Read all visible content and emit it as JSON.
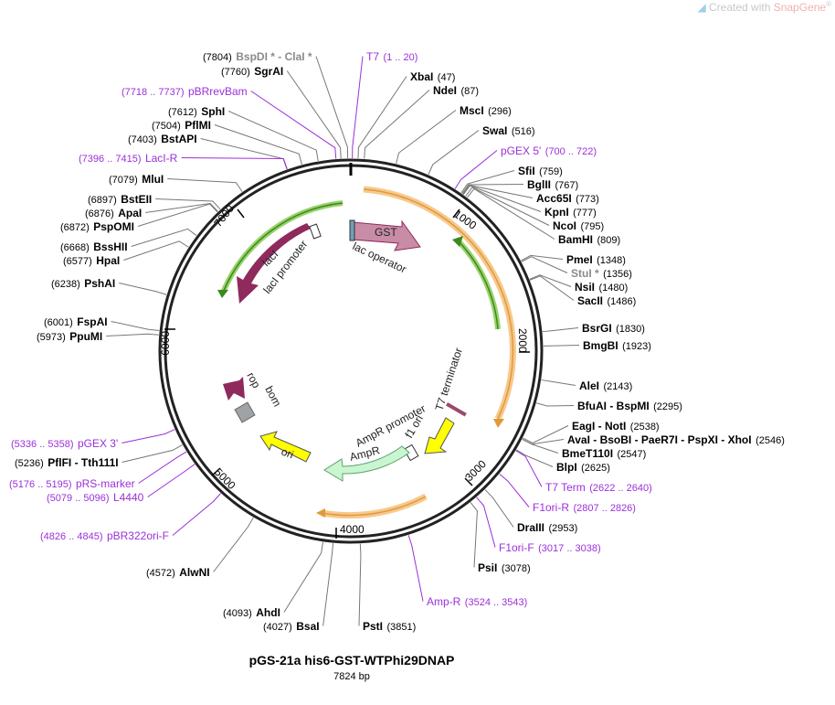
{
  "brand": {
    "prefix": "Created with ",
    "name": "SnapGene",
    "mark": "®"
  },
  "plasmid": {
    "name": "pGS-21a his6-GST-WTPhi29DNAP",
    "length_label": "7824 bp"
  },
  "colors": {
    "primer": "#9b30d9",
    "site": "#000000",
    "site_noncut": "#8a8a8a",
    "backbone": "#222222",
    "orange_arc": "#f7c98d",
    "green_arc": "#9ad26a",
    "lacI": "#8e2b5c",
    "GST": "#c98ca6",
    "AmpR": "#c9f5d0",
    "ori": "#ffff00",
    "rop": "#8e2b5c",
    "bom": "#a0a3a6"
  },
  "ticks": [
    "1000",
    "2000",
    "3000",
    "4000",
    "5000",
    "6000",
    "7000"
  ],
  "features": {
    "GST": "GST",
    "lac_operator": "lac operator",
    "lacI": "lacI",
    "lacI_promoter": "lacI promoter",
    "T7_terminator": "T7 terminator",
    "f1_ori": "f1 ori",
    "AmpR_promoter": "AmpR promoter",
    "AmpR": "AmpR",
    "ori": "ori",
    "rop": "rop",
    "bom": "bom"
  },
  "labels": [
    {
      "pos": "(7804)",
      "name": "BspDI",
      "extra": "* - ClaI *",
      "kind": "noncut"
    },
    {
      "pos": "(7760)",
      "name": "SgrAI",
      "kind": "site"
    },
    {
      "pos": "(7718 .. 7737)",
      "name": "pBRrevBam",
      "kind": "primer",
      "side": "left"
    },
    {
      "pos": "(7612)",
      "name": "SphI",
      "kind": "site"
    },
    {
      "pos": "(7504)",
      "name": "PflMI",
      "kind": "site"
    },
    {
      "pos": "(7403)",
      "name": "BstAPI",
      "kind": "site"
    },
    {
      "pos": "(7396 .. 7415)",
      "name": "LacI-R",
      "kind": "primer",
      "side": "left"
    },
    {
      "pos": "(7079)",
      "name": "MluI",
      "kind": "site"
    },
    {
      "pos": "(6897)",
      "name": "BstEII",
      "kind": "site"
    },
    {
      "pos": "(6876)",
      "name": "ApaI",
      "kind": "site"
    },
    {
      "pos": "(6872)",
      "name": "PspOMI",
      "kind": "site"
    },
    {
      "pos": "(6668)",
      "name": "BssHII",
      "kind": "site"
    },
    {
      "pos": "(6577)",
      "name": "HpaI",
      "kind": "site"
    },
    {
      "pos": "(6238)",
      "name": "PshAI",
      "kind": "site"
    },
    {
      "pos": "(6001)",
      "name": "FspAI",
      "kind": "site"
    },
    {
      "pos": "(5973)",
      "name": "PpuMI",
      "kind": "site"
    },
    {
      "pos": "(5336 .. 5358)",
      "name": "pGEX 3'",
      "kind": "primer",
      "side": "left"
    },
    {
      "pos": "(5236)",
      "name": "PflFI - Tth111I",
      "kind": "site"
    },
    {
      "pos": "(5176 .. 5195)",
      "name": "pRS-marker",
      "kind": "primer",
      "side": "left"
    },
    {
      "pos": "(5079 .. 5096)",
      "name": "L4440",
      "kind": "primer",
      "side": "left"
    },
    {
      "pos": "(4826 .. 4845)",
      "name": "pBR322ori-F",
      "kind": "primer",
      "side": "left"
    },
    {
      "pos": "(4572)",
      "name": "AlwNI",
      "kind": "site"
    },
    {
      "pos": "(4093)",
      "name": "AhdI",
      "kind": "site"
    },
    {
      "pos": "(4027)",
      "name": "BsaI",
      "kind": "site"
    },
    {
      "pos": "(1 .. 20)",
      "name": "T7",
      "kind": "primer",
      "side": "right"
    },
    {
      "pos": "(47)",
      "name": "XbaI",
      "kind": "site",
      "side": "right"
    },
    {
      "pos": "(87)",
      "name": "NdeI",
      "kind": "site",
      "side": "right"
    },
    {
      "pos": "(296)",
      "name": "MscI",
      "kind": "site",
      "side": "right"
    },
    {
      "pos": "(516)",
      "name": "SwaI",
      "kind": "site",
      "side": "right"
    },
    {
      "pos": "(700 .. 722)",
      "name": "pGEX 5'",
      "kind": "primer",
      "side": "right"
    },
    {
      "pos": "(759)",
      "name": "SfiI",
      "kind": "site",
      "side": "right"
    },
    {
      "pos": "(767)",
      "name": "BglII",
      "kind": "site",
      "side": "right"
    },
    {
      "pos": "(773)",
      "name": "Acc65I",
      "kind": "site",
      "side": "right"
    },
    {
      "pos": "(777)",
      "name": "KpnI",
      "kind": "site",
      "side": "right"
    },
    {
      "pos": "(795)",
      "name": "NcoI",
      "kind": "site",
      "side": "right"
    },
    {
      "pos": "(809)",
      "name": "BamHI",
      "kind": "site",
      "side": "right"
    },
    {
      "pos": "(1348)",
      "name": "PmeI",
      "kind": "site",
      "side": "right"
    },
    {
      "pos": "(1356)",
      "name": "StuI",
      "extra": "*",
      "kind": "noncut",
      "side": "right"
    },
    {
      "pos": "(1480)",
      "name": "NsiI",
      "kind": "site",
      "side": "right"
    },
    {
      "pos": "(1486)",
      "name": "SacII",
      "kind": "site",
      "side": "right"
    },
    {
      "pos": "(1830)",
      "name": "BsrGI",
      "kind": "site",
      "side": "right"
    },
    {
      "pos": "(1923)",
      "name": "BmgBI",
      "kind": "site",
      "side": "right"
    },
    {
      "pos": "(2143)",
      "name": "AleI",
      "kind": "site",
      "side": "right"
    },
    {
      "pos": "(2295)",
      "name": "BfuAI - BspMI",
      "kind": "site",
      "side": "right"
    },
    {
      "pos": "(2538)",
      "name": "EagI - NotI",
      "kind": "site",
      "side": "right"
    },
    {
      "pos": "(2546)",
      "name": "AvaI - BsoBI - PaeR7I - PspXI - XhoI",
      "kind": "site",
      "side": "right"
    },
    {
      "pos": "(2547)",
      "name": "BmeT110I",
      "kind": "site",
      "side": "right"
    },
    {
      "pos": "(2625)",
      "name": "BlpI",
      "kind": "site",
      "side": "right"
    },
    {
      "pos": "(2622 .. 2640)",
      "name": "T7 Term",
      "kind": "primer",
      "side": "right"
    },
    {
      "pos": "(2807 .. 2826)",
      "name": "F1ori-R",
      "kind": "primer",
      "side": "right"
    },
    {
      "pos": "(2953)",
      "name": "DraIII",
      "kind": "site",
      "side": "right"
    },
    {
      "pos": "(3017 .. 3038)",
      "name": "F1ori-F",
      "kind": "primer",
      "side": "right"
    },
    {
      "pos": "(3078)",
      "name": "PsiI",
      "kind": "site",
      "side": "right"
    },
    {
      "pos": "(3524 .. 3543)",
      "name": "Amp-R",
      "kind": "primer",
      "side": "right"
    },
    {
      "pos": "(3851)",
      "name": "PstI",
      "kind": "site",
      "side": "right"
    }
  ]
}
